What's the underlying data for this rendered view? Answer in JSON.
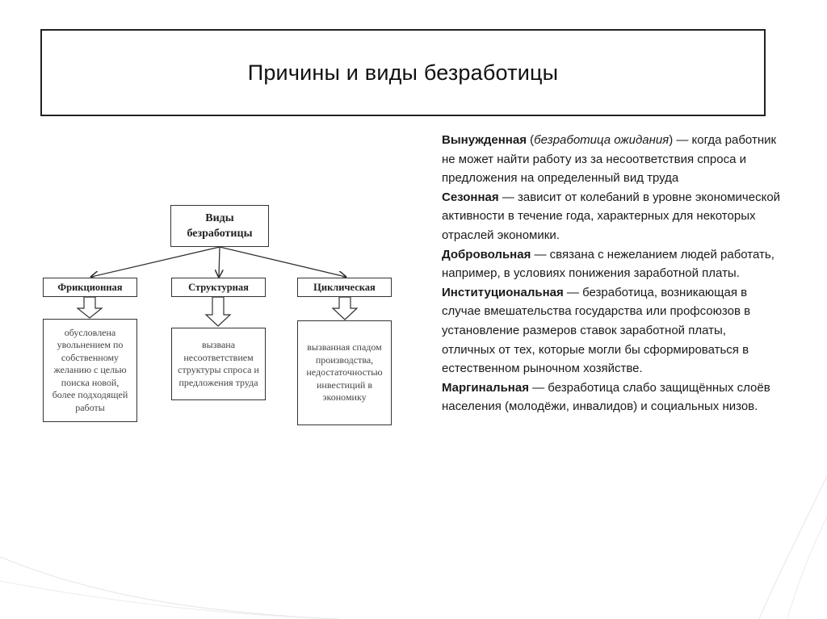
{
  "title": "Причины и виды безработицы",
  "diagram": {
    "root": "Виды безработицы",
    "categories": [
      {
        "label": "Фрикционная",
        "description": "обусловлена увольнением по собственному желанию с целью поиска новой, более подходящей работы"
      },
      {
        "label": "Структурная",
        "description": "вызвана несоответствием структуры спроса и предложения труда"
      },
      {
        "label": "Циклическая",
        "description": "вызванная спадом производства, недостаточностью инвестиций в экономику"
      }
    ]
  },
  "types": [
    {
      "term": "Вынужденная",
      "note": "безработица ожидания",
      "text": " — когда работник не может найти работу из за несоответствия спроса и предложения на определенный вид труда"
    },
    {
      "term": "Сезонная",
      "text": " — зависит от колебаний в уровне экономической активности в течение года, характерных для некоторых отраслей экономики."
    },
    {
      "term": "Добровольная",
      "text": " — связана с нежеланием людей работать, например, в условиях понижения заработной платы."
    },
    {
      "term": "Институциональная",
      "text": " — безработица, возникающая в случае вмешательства государства или профсоюзов в установление размеров ставок заработной платы, отличных от тех, которые могли бы сформироваться в естественном рыночном хозяйстве."
    },
    {
      "term": "Маргинальная",
      "text": " — безработица слабо защищённых слоёв населения (молодёжи, инвалидов) и социальных низов."
    }
  ]
}
